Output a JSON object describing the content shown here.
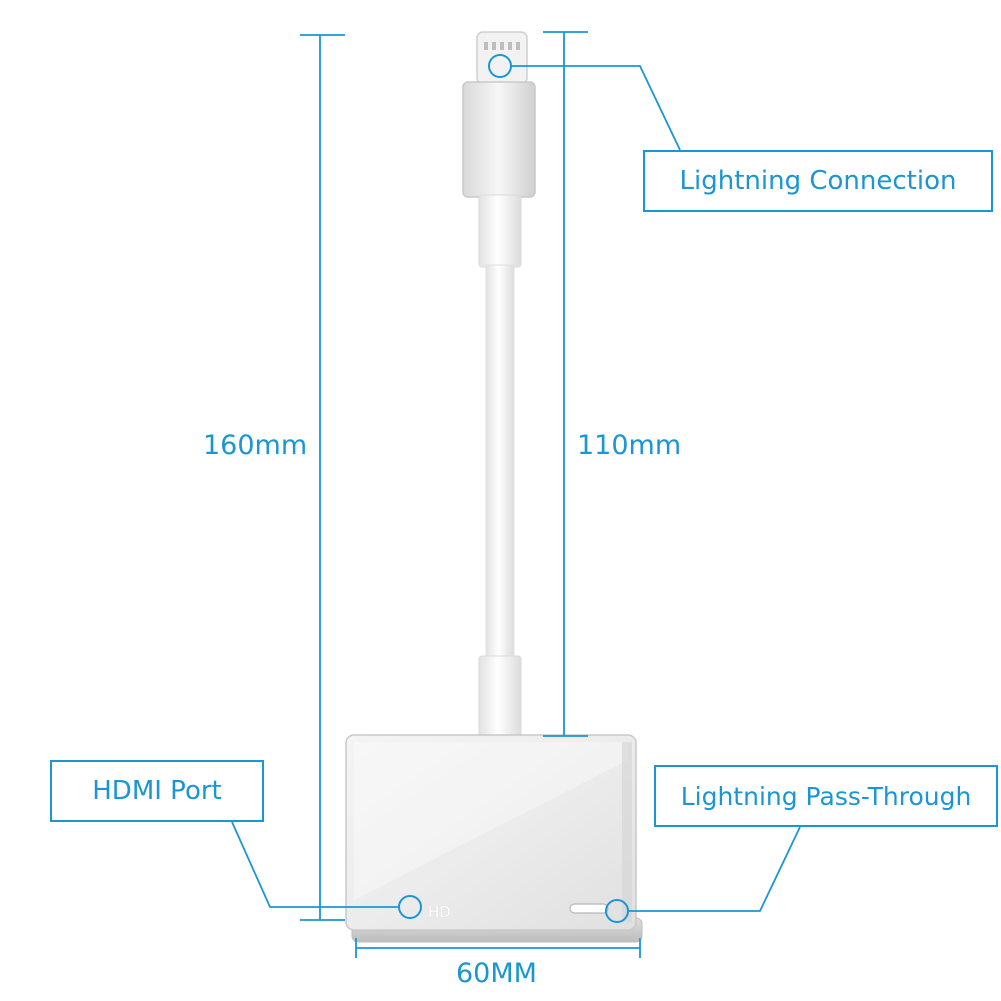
{
  "callouts": {
    "lightning_connection": "Lightning Connection",
    "hdmi_port": "HDMI Port",
    "lightning_pass_through": "Lightning Pass-Through"
  },
  "dimensions": {
    "total_height": "160mm",
    "cable_length": "110mm",
    "width": "60MM"
  },
  "device": {
    "hd_label": "HD"
  },
  "colors": {
    "accent": "#1a96d4",
    "background": "#ffffff"
  }
}
